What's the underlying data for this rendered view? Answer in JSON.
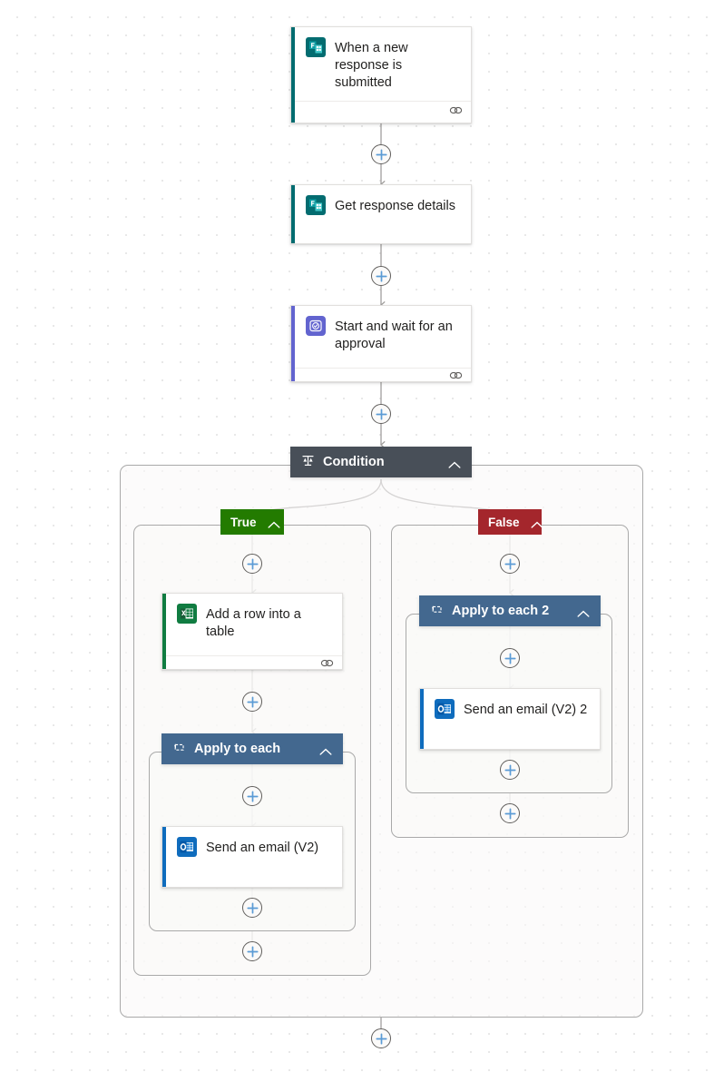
{
  "canvas": {
    "background": "#ffffff",
    "grid_dot_color": "#e1e1e1",
    "connector_color": "#a19f9d",
    "plus_icon_color": "#5b9bd5"
  },
  "palette": {
    "forms_teal": "#036C70",
    "approval_indigo": "#6264cf",
    "excel_green": "#107C41",
    "outlook_blue": "#0F6CBD",
    "condition_header": "#484f58",
    "scope_header": "#43688f",
    "branch_true_green": "#237B00",
    "branch_false_red": "#A4262C",
    "card_border": "#e1dfdd",
    "container_border": "#a9a9a9"
  },
  "flow": {
    "trigger": {
      "name": "When a new response is submitted",
      "label": "When a new response is submitted",
      "icon": "microsoft-forms-icon",
      "accent": "#036C70",
      "footer_icon": "link-icon"
    },
    "steps": [
      {
        "label": "Get response details",
        "icon": "microsoft-forms-icon",
        "accent": "#036C70",
        "footer_icon": "link-icon"
      },
      {
        "label": "Start and wait for an approval",
        "icon": "approvals-icon",
        "accent": "#6264cf",
        "footer_icon": "link-icon"
      }
    ],
    "condition": {
      "label": "Condition",
      "icon": "condition-icon",
      "collapse_icon": "chevron-up-icon",
      "header_color": "#484f58",
      "branches": [
        {
          "key": "true",
          "label": "True",
          "color": "#237B00",
          "collapse_icon": "chevron-up-icon",
          "actions": [
            {
              "label": "Add a row into a table",
              "icon": "excel-icon",
              "accent": "#107C41",
              "footer_icon": "link-icon"
            }
          ],
          "scope": {
            "label": "Apply to each",
            "icon": "loop-icon",
            "collapse_icon": "chevron-up-icon",
            "header_color": "#43688f",
            "actions": [
              {
                "label": "Send an email (V2)",
                "icon": "outlook-icon",
                "accent": "#0F6CBD",
                "footer_icon": "link-icon"
              }
            ]
          }
        },
        {
          "key": "false",
          "label": "False",
          "color": "#A4262C",
          "collapse_icon": "chevron-up-icon",
          "scope": {
            "label": "Apply to each 2",
            "icon": "loop-icon",
            "collapse_icon": "chevron-up-icon",
            "header_color": "#43688f",
            "actions": [
              {
                "label": "Send an email (V2) 2",
                "icon": "outlook-icon",
                "accent": "#0F6CBD",
                "footer_icon": "link-icon"
              }
            ]
          }
        }
      ]
    },
    "add_buttons": [
      {
        "name": "add-step-after-trigger"
      },
      {
        "name": "add-step-after-get-response-details"
      },
      {
        "name": "add-step-after-approval"
      },
      {
        "name": "add-step-true-branch-top"
      },
      {
        "name": "add-step-true-branch-after-excel"
      },
      {
        "name": "add-step-apply-to-each-top"
      },
      {
        "name": "add-step-apply-to-each-bottom"
      },
      {
        "name": "add-step-true-branch-bottom"
      },
      {
        "name": "add-step-false-branch-top"
      },
      {
        "name": "add-step-apply-to-each-2-top"
      },
      {
        "name": "add-step-apply-to-each-2-bottom"
      },
      {
        "name": "add-step-false-branch-bottom"
      },
      {
        "name": "add-step-after-condition"
      }
    ],
    "plus_label": "+"
  }
}
